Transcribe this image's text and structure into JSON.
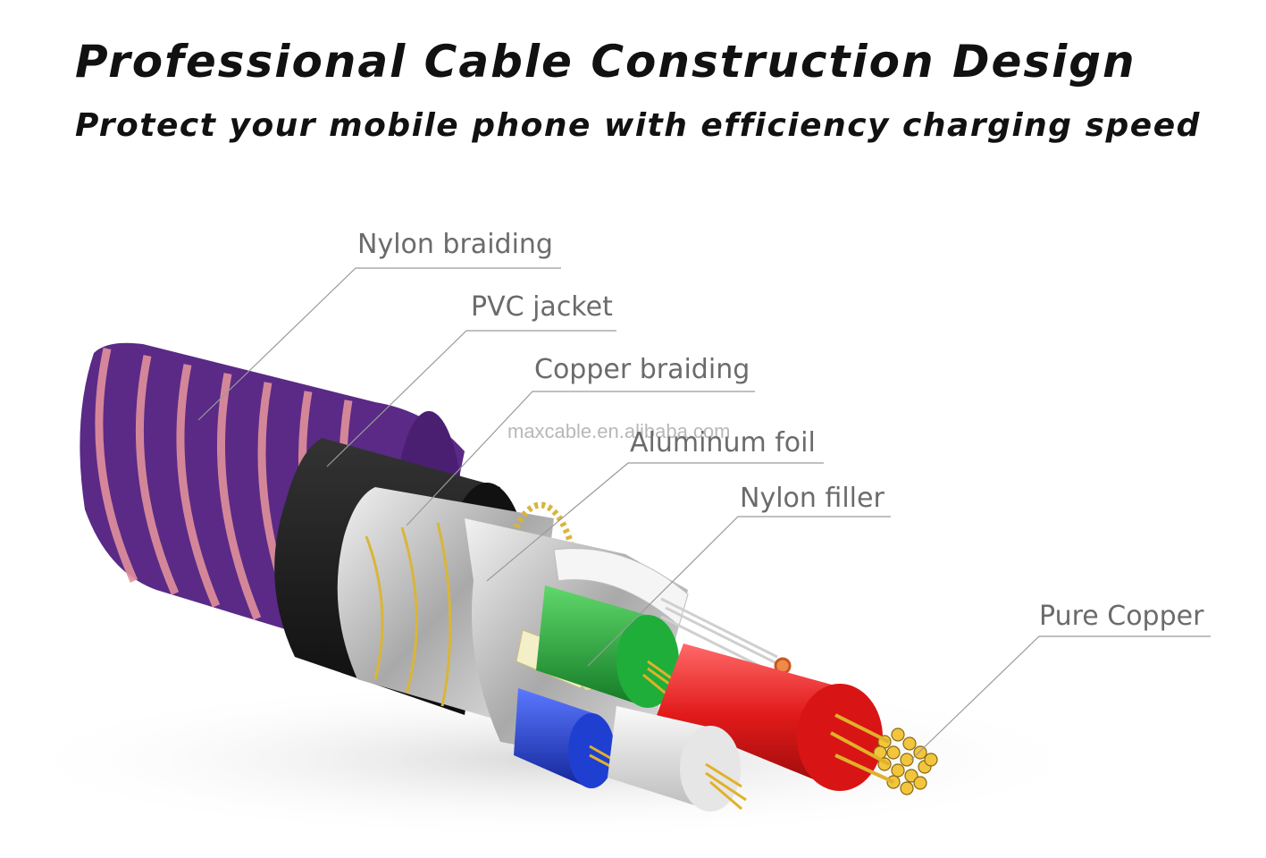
{
  "header": {
    "title": "Professional Cable Construction Design",
    "subtitle": "Protect your mobile phone with efficiency charging speed"
  },
  "labels": {
    "nylon_braiding": "Nylon braiding",
    "pvc_jacket": "PVC jacket",
    "copper_braiding": "Copper braiding",
    "aluminum_foil": "Aluminum foil",
    "nylon_filler": "Nylon filler",
    "pure_copper": "Pure Copper"
  },
  "watermark": "maxcable.en.alibaba.com",
  "colors": {
    "braid_purple": "#5a2a86",
    "braid_pink": "#d9899a",
    "jacket_black": "#1a1a1a",
    "foil_silver": "#c9c9c9",
    "copper_gold": "#e0b12a",
    "wire_green": "#1fae3a",
    "wire_red": "#e11a1a",
    "wire_blue": "#1f3fd1",
    "wire_white": "#e6e6e6",
    "filler_cream": "#f3efc9"
  }
}
